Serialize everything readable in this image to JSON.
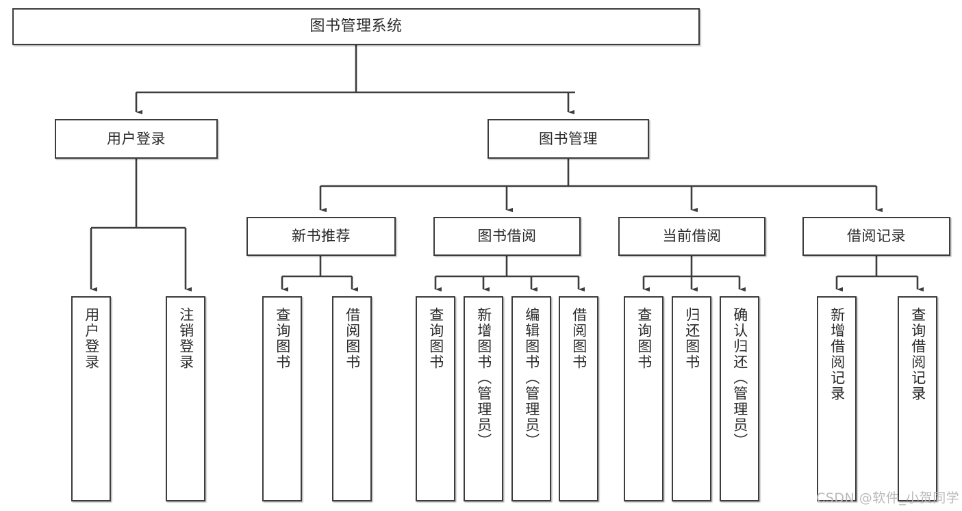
{
  "diagram": {
    "title": "图书管理系统",
    "type": "tree-hierarchy",
    "background_color": "#ffffff",
    "stroke_color": "#3c3c3c",
    "text_color": "#2b2b2b",
    "watermark": "CSDN @软件_小贺同学",
    "watermark_color": "#b9b9b9"
  },
  "nodes": {
    "root": {
      "label": "图书管理系统",
      "level": 0
    },
    "level1": [
      {
        "id": "user-login",
        "label": "用户登录"
      },
      {
        "id": "book-manage",
        "label": "图书管理"
      }
    ],
    "level2": [
      {
        "id": "new-book-recommend",
        "label": "新书推荐"
      },
      {
        "id": "book-borrow",
        "label": "图书借阅"
      },
      {
        "id": "current-borrow",
        "label": "当前借阅"
      },
      {
        "id": "borrow-record",
        "label": "借阅记录"
      }
    ],
    "leaves": {
      "user_login": [
        {
          "id": "leaf-user-login",
          "label": "用户登录"
        },
        {
          "id": "leaf-logout-login",
          "label": "注销登录"
        }
      ],
      "new_book_recommend": [
        {
          "id": "leaf-query-book-1",
          "label": "查询图书"
        },
        {
          "id": "leaf-borrow-book-1",
          "label": "借阅图书"
        }
      ],
      "book_borrow": [
        {
          "id": "leaf-query-book-2",
          "label": "查询图书"
        },
        {
          "id": "leaf-add-book",
          "label": "新增图书（管理员）"
        },
        {
          "id": "leaf-edit-book",
          "label": "编辑图书（管理员）"
        },
        {
          "id": "leaf-borrow-book-2",
          "label": "借阅图书"
        }
      ],
      "current_borrow": [
        {
          "id": "leaf-query-book-3",
          "label": "查询图书"
        },
        {
          "id": "leaf-return-book",
          "label": "归还图书"
        },
        {
          "id": "leaf-confirm-return",
          "label": "确认归还（管理员）"
        }
      ],
      "borrow_record": [
        {
          "id": "leaf-add-record",
          "label": "新增借阅记录"
        },
        {
          "id": "leaf-query-record",
          "label": "查询借阅记录"
        }
      ]
    }
  }
}
